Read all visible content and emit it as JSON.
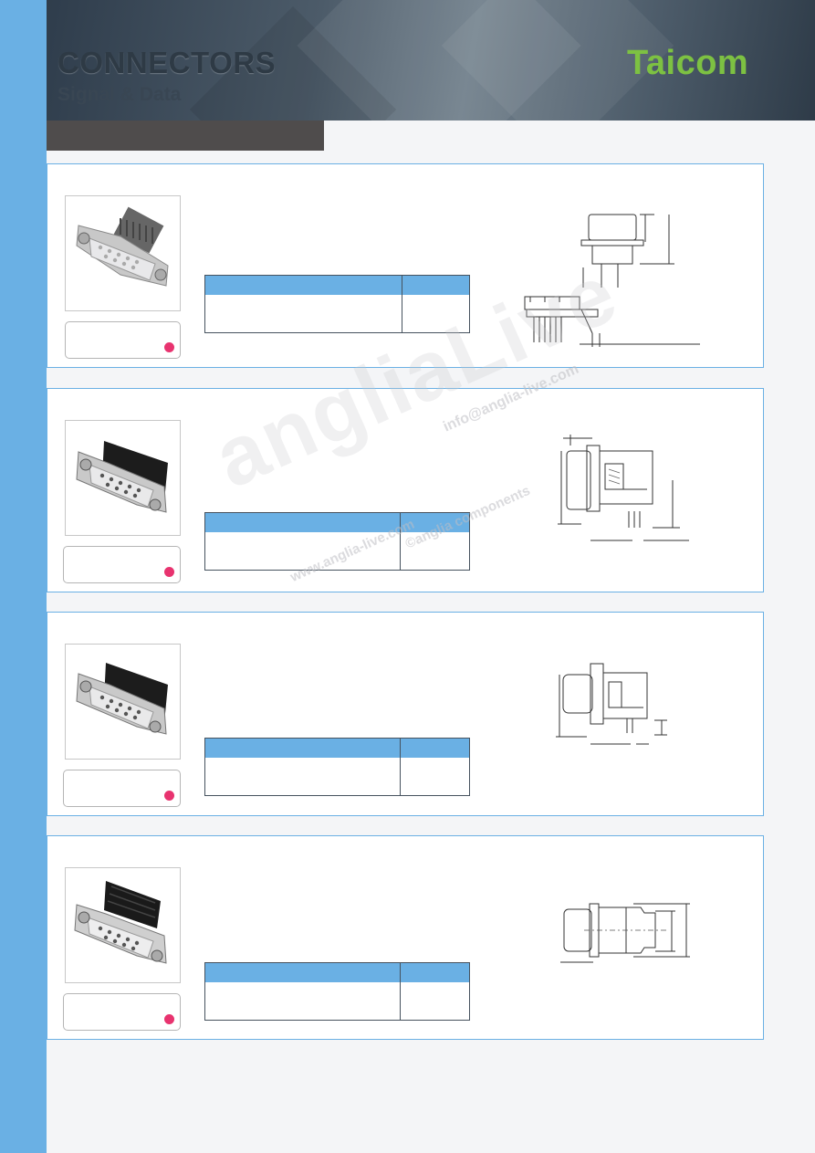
{
  "header": {
    "title": "CONNECTORS",
    "subtitle": "Signal & Data",
    "logo": "Taicom"
  },
  "colors": {
    "accent_blue": "#6ab0e4",
    "header_dark": "#2f3d4c",
    "tab_bar": "#4f4c4c",
    "logo_green": "#7dc142",
    "badge_dot": "#e8336f"
  },
  "watermark": {
    "brand": "angliaLive",
    "email": "info@anglia-live.com",
    "website": "www.anglia-live.com",
    "copyright": "©anglia components"
  }
}
